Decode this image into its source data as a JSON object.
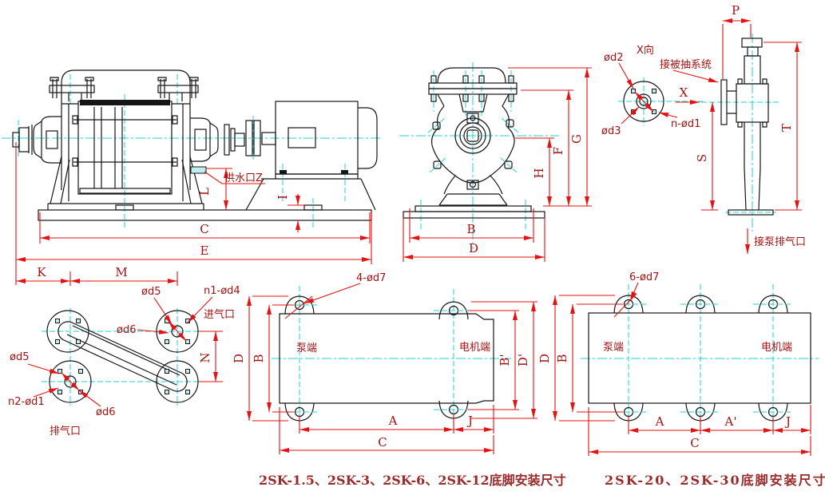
{
  "colors": {
    "line": "#151515",
    "centerline": "#1cd6d6",
    "dimension_line": "#e61212",
    "dimension_text": "#a31212",
    "caption_text": "#9b2a2a",
    "hole_fill": "#bfeef2",
    "background": "#ffffff"
  },
  "side_view": {
    "supply_port_label": "供水口Z",
    "dim_l": "L",
    "dim_i": "I",
    "dim_c": "C",
    "dim_e": "E",
    "dim_k": "K",
    "dim_m": "M"
  },
  "front_view": {
    "dim_b": "B",
    "dim_d": "D",
    "dim_h": "H",
    "dim_f": "F",
    "dim_g": "G"
  },
  "x_view": {
    "title": "X向",
    "dia_d2": "ød2",
    "dia_d3": "ød3",
    "bolt_holes": "n-ød1",
    "system_note": "接被抽系统",
    "axis_label": "X"
  },
  "separator": {
    "dim_p": "P",
    "dim_t": "T",
    "dim_s": "S",
    "exhaust_note": "接泵排气口"
  },
  "port_view": {
    "dia_d5_inlet": "ød5",
    "bolt_holes_inlet": "n1-ød4",
    "inlet_label": "进气口",
    "dia_d6_inlet": "ød6",
    "dim_n": "N",
    "dia_d5_outlet": "ød5",
    "bolt_holes_outlet": "n2-ød1",
    "dia_d6_outlet": "ød6",
    "outlet_label": "排气口"
  },
  "foot_plan_small": {
    "holes_note": "4-ød7",
    "pump_end": "泵端",
    "motor_end": "电机端",
    "dim_d": "D",
    "dim_b": "B",
    "dim_b2": "B'",
    "dim_d2": "D'",
    "dim_a": "A",
    "dim_j": "J",
    "dim_c": "C",
    "caption": "2SK-1.5、2SK-3、2SK-6、2SK-12底脚安装尺寸"
  },
  "foot_plan_large": {
    "holes_note": "6-ød7",
    "pump_end": "泵端",
    "motor_end": "电机端",
    "dim_d": "D",
    "dim_b": "B",
    "dim_a": "A",
    "dim_a2": "A'",
    "dim_j": "J",
    "dim_c": "C",
    "caption": "2SK-20、2SK-30底脚安装尺寸"
  }
}
